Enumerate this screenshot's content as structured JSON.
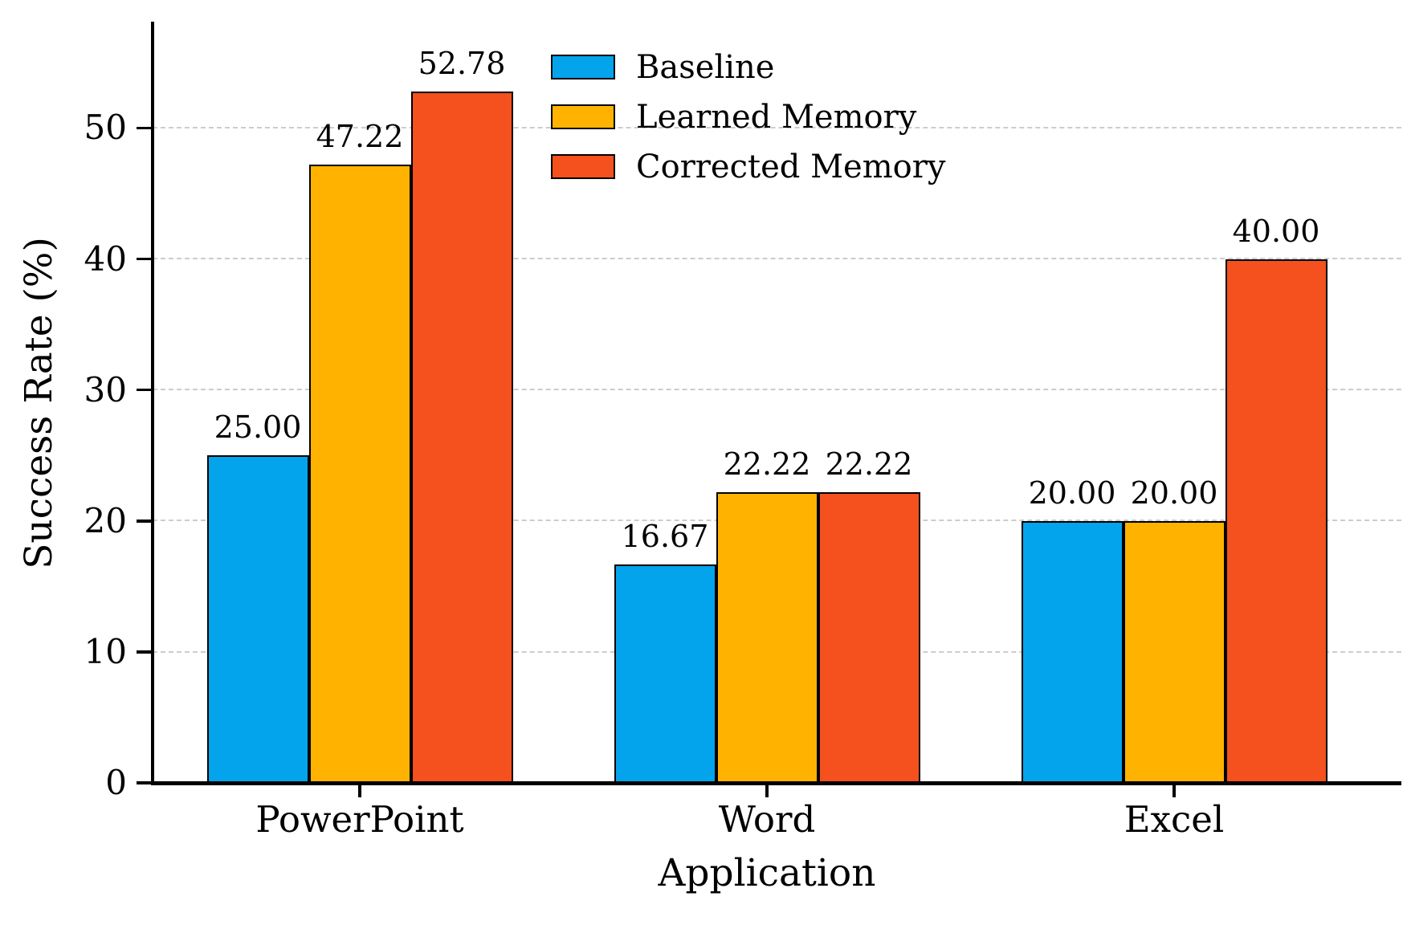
{
  "chart_data": {
    "type": "bar",
    "title": "",
    "xlabel": "Application",
    "ylabel": "Success Rate (%)",
    "categories": [
      "PowerPoint",
      "Word",
      "Excel"
    ],
    "series": [
      {
        "name": "Baseline",
        "color": "#03A4EC",
        "values": [
          25.0,
          16.67,
          20.0
        ],
        "labels": [
          "25.00",
          "16.67",
          "20.00"
        ]
      },
      {
        "name": "Learned Memory",
        "color": "#FFB300",
        "values": [
          47.22,
          22.22,
          20.0
        ],
        "labels": [
          "47.22",
          "22.22",
          "20.00"
        ]
      },
      {
        "name": "Corrected Memory",
        "color": "#F4511E",
        "values": [
          52.78,
          22.22,
          40.0
        ],
        "labels": [
          "52.78",
          "22.22",
          "40.00"
        ]
      }
    ],
    "y_ticks": [
      "0",
      "10",
      "20",
      "30",
      "40",
      "50"
    ],
    "y_tick_values": [
      0,
      10,
      20,
      30,
      40,
      50
    ],
    "ylim": [
      0,
      58
    ],
    "grid": "horizontal-dashed",
    "grid_color": "#cccccc",
    "bar_edge_color": "#000000",
    "legend_position": "upper-left-of-center",
    "legend_entries": [
      "Baseline",
      "Learned Memory",
      "Corrected Memory"
    ]
  }
}
